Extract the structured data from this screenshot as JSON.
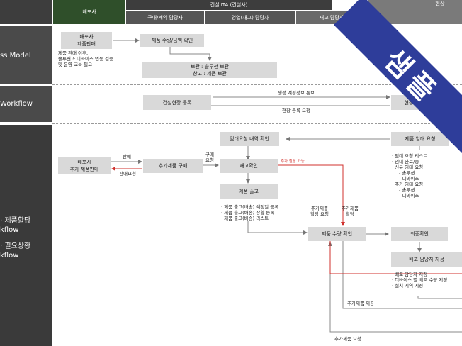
{
  "header": {
    "top_group": "건설 ITA (건설사)",
    "dist_label": "배포사",
    "cols": [
      "구매/계약 담당자",
      "영업(재고) 담당자",
      "재고 담당자"
    ],
    "right_partial": "현장"
  },
  "side": {
    "model": "ss Model",
    "workflow": "Workflow",
    "alloc_line1": "· 제품할당",
    "alloc_line2": "kflow",
    "status_line1": "· 필요상황",
    "status_line2": "kflow"
  },
  "model": {
    "dist_sales": "배포사\n제품판매",
    "dist_note": "제품 판매 이후,\n솔루션과 디바이스 연동 검증\n및 운영 교육 필요",
    "confirm_qty": "제품 수량/금액 확인",
    "storage": "보관 : 솔루션 보관\n창고 : 제품 보관"
  },
  "workflow": {
    "site_reg": "건설현장 등록",
    "site_reg_confirm": "현장 등록 확정",
    "notify": "생성 계정정보 통보",
    "req": "현장 등록 요청"
  },
  "alloc": {
    "rent_check": "임대요청 내역 확인",
    "rent_req": "제품 임대 요청",
    "dist_add": "배포사\n추가 제품판매",
    "add_buy": "추가제품 구매",
    "stock_check": "재고확인",
    "ship": "제품 출고",
    "qty_check": "제품 수량 확인",
    "final": "최종확인",
    "assign": "배포 담당자 지정",
    "sell": "판매",
    "sell_req": "판매요청",
    "buy_req": "구매\n요청",
    "alloc_ok": "추가 할당 가능",
    "add_alloc_req": "추가제품\n할당 요청",
    "add_alloc": "추가제품\n할당",
    "add_provide": "추가제품 제공",
    "add_request": "추가제품 요청",
    "ship_list": [
      "제품 출고(배송) 예정일 등록",
      "제품 출고(배송) 상황 등록",
      "제품 출고(배송) 리스트"
    ],
    "rent_list": [
      "임대 요청 리스트",
      "임대 완료/종",
      "신규 임대 요청",
      "- 솔루션",
      "- 디바이스",
      "추가 임대 요청",
      "- 솔루션",
      "- 디바이스"
    ],
    "assign_list": [
      "배포 담당자 지정",
      "디바이스 별 배포 수량 지정",
      "설치 지역 지정"
    ]
  },
  "ribbon": {
    "text": "샘플",
    "color": "#2e3d9a"
  },
  "colors": {
    "header_dark": "#3d3d3d",
    "header_green": "#2f4f2a",
    "side": "#4a4a4a",
    "box": "#d9d9d9",
    "red": "#d0312d"
  }
}
